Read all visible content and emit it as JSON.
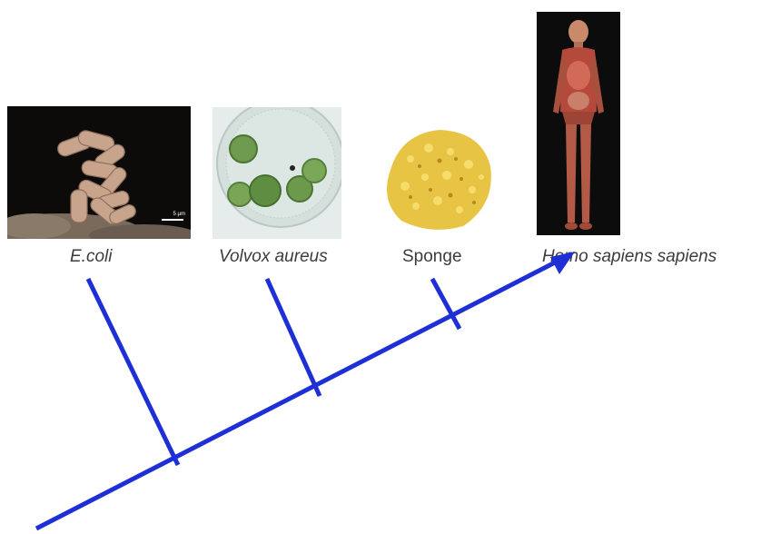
{
  "taxa": [
    {
      "id": "ecoli",
      "label": "E.coli",
      "italic": true,
      "image_icon": "ecoli-micrograph"
    },
    {
      "id": "volvox",
      "label": "Volvox aureus",
      "italic": true,
      "image_icon": "volvox-micrograph"
    },
    {
      "id": "sponge",
      "label": "Sponge",
      "italic": false,
      "image_icon": "sponge-photo"
    },
    {
      "id": "homo",
      "label": "Homo sapiens sapiens",
      "italic": true,
      "image_icon": "human-anatomy-figure"
    }
  ],
  "tree": {
    "color": "#1f2fd6",
    "arrow": true
  },
  "scale_bar_label": "5 µm"
}
